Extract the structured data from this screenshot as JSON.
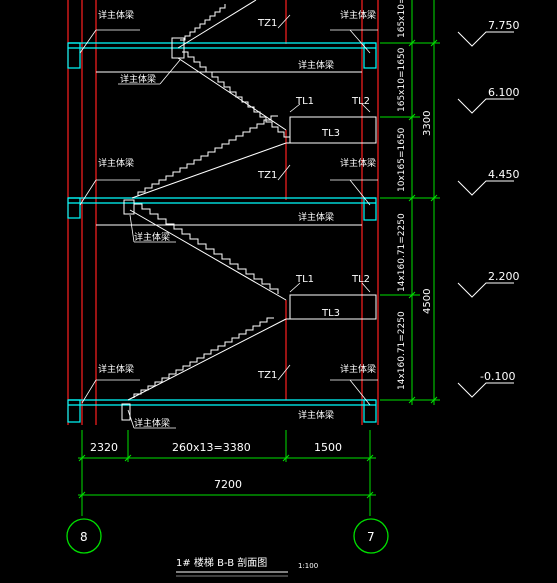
{
  "drawing": {
    "title": "1# 楼梯  B-B 剖面图",
    "scale": "1:100"
  },
  "colors": {
    "background": "#000000",
    "linework": "#ffffff",
    "slab": "#00ffff",
    "axis": "#ff2020",
    "dimension": "#00e000",
    "grid_bubble": "#00e000"
  },
  "elevations": [
    {
      "label": "7.750"
    },
    {
      "label": "6.100"
    },
    {
      "label": "4.450"
    },
    {
      "label": "2.200"
    },
    {
      "label": "-0.100"
    }
  ],
  "vertical_dims": {
    "inner": [
      "165x10=",
      "165x10=1650",
      "10x165=1650",
      "14x160.71=2250",
      "14x160.71=2250"
    ],
    "outer": [
      "3300",
      "4500"
    ]
  },
  "horizontal_dims": {
    "segments": [
      "2320",
      "260x13=3380",
      "1500"
    ],
    "total": "7200"
  },
  "grid_axes": [
    "8",
    "7"
  ],
  "labels": {
    "tz1": "TZ1",
    "tl1": "TL1",
    "tl2": "TL2",
    "tl3": "TL3",
    "beam_note": "详主体梁"
  }
}
